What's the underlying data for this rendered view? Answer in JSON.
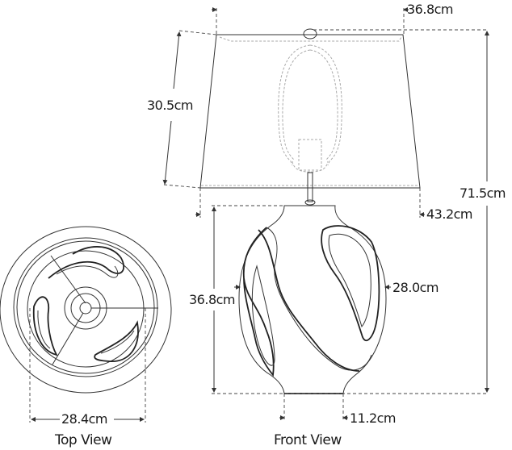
{
  "dimensions": {
    "shade_top_diameter": "36.8cm",
    "shade_height": "30.5cm",
    "overall_height": "71.5cm",
    "shade_bottom_diameter": "43.2cm",
    "base_height": "36.8cm",
    "base_width": "28.0cm",
    "base_foot_width": "11.2cm",
    "top_view_width": "28.4cm"
  },
  "captions": {
    "top_view": "Top View",
    "front_view": "Front View"
  },
  "colors": {
    "line": "#333333",
    "background": "#ffffff"
  }
}
